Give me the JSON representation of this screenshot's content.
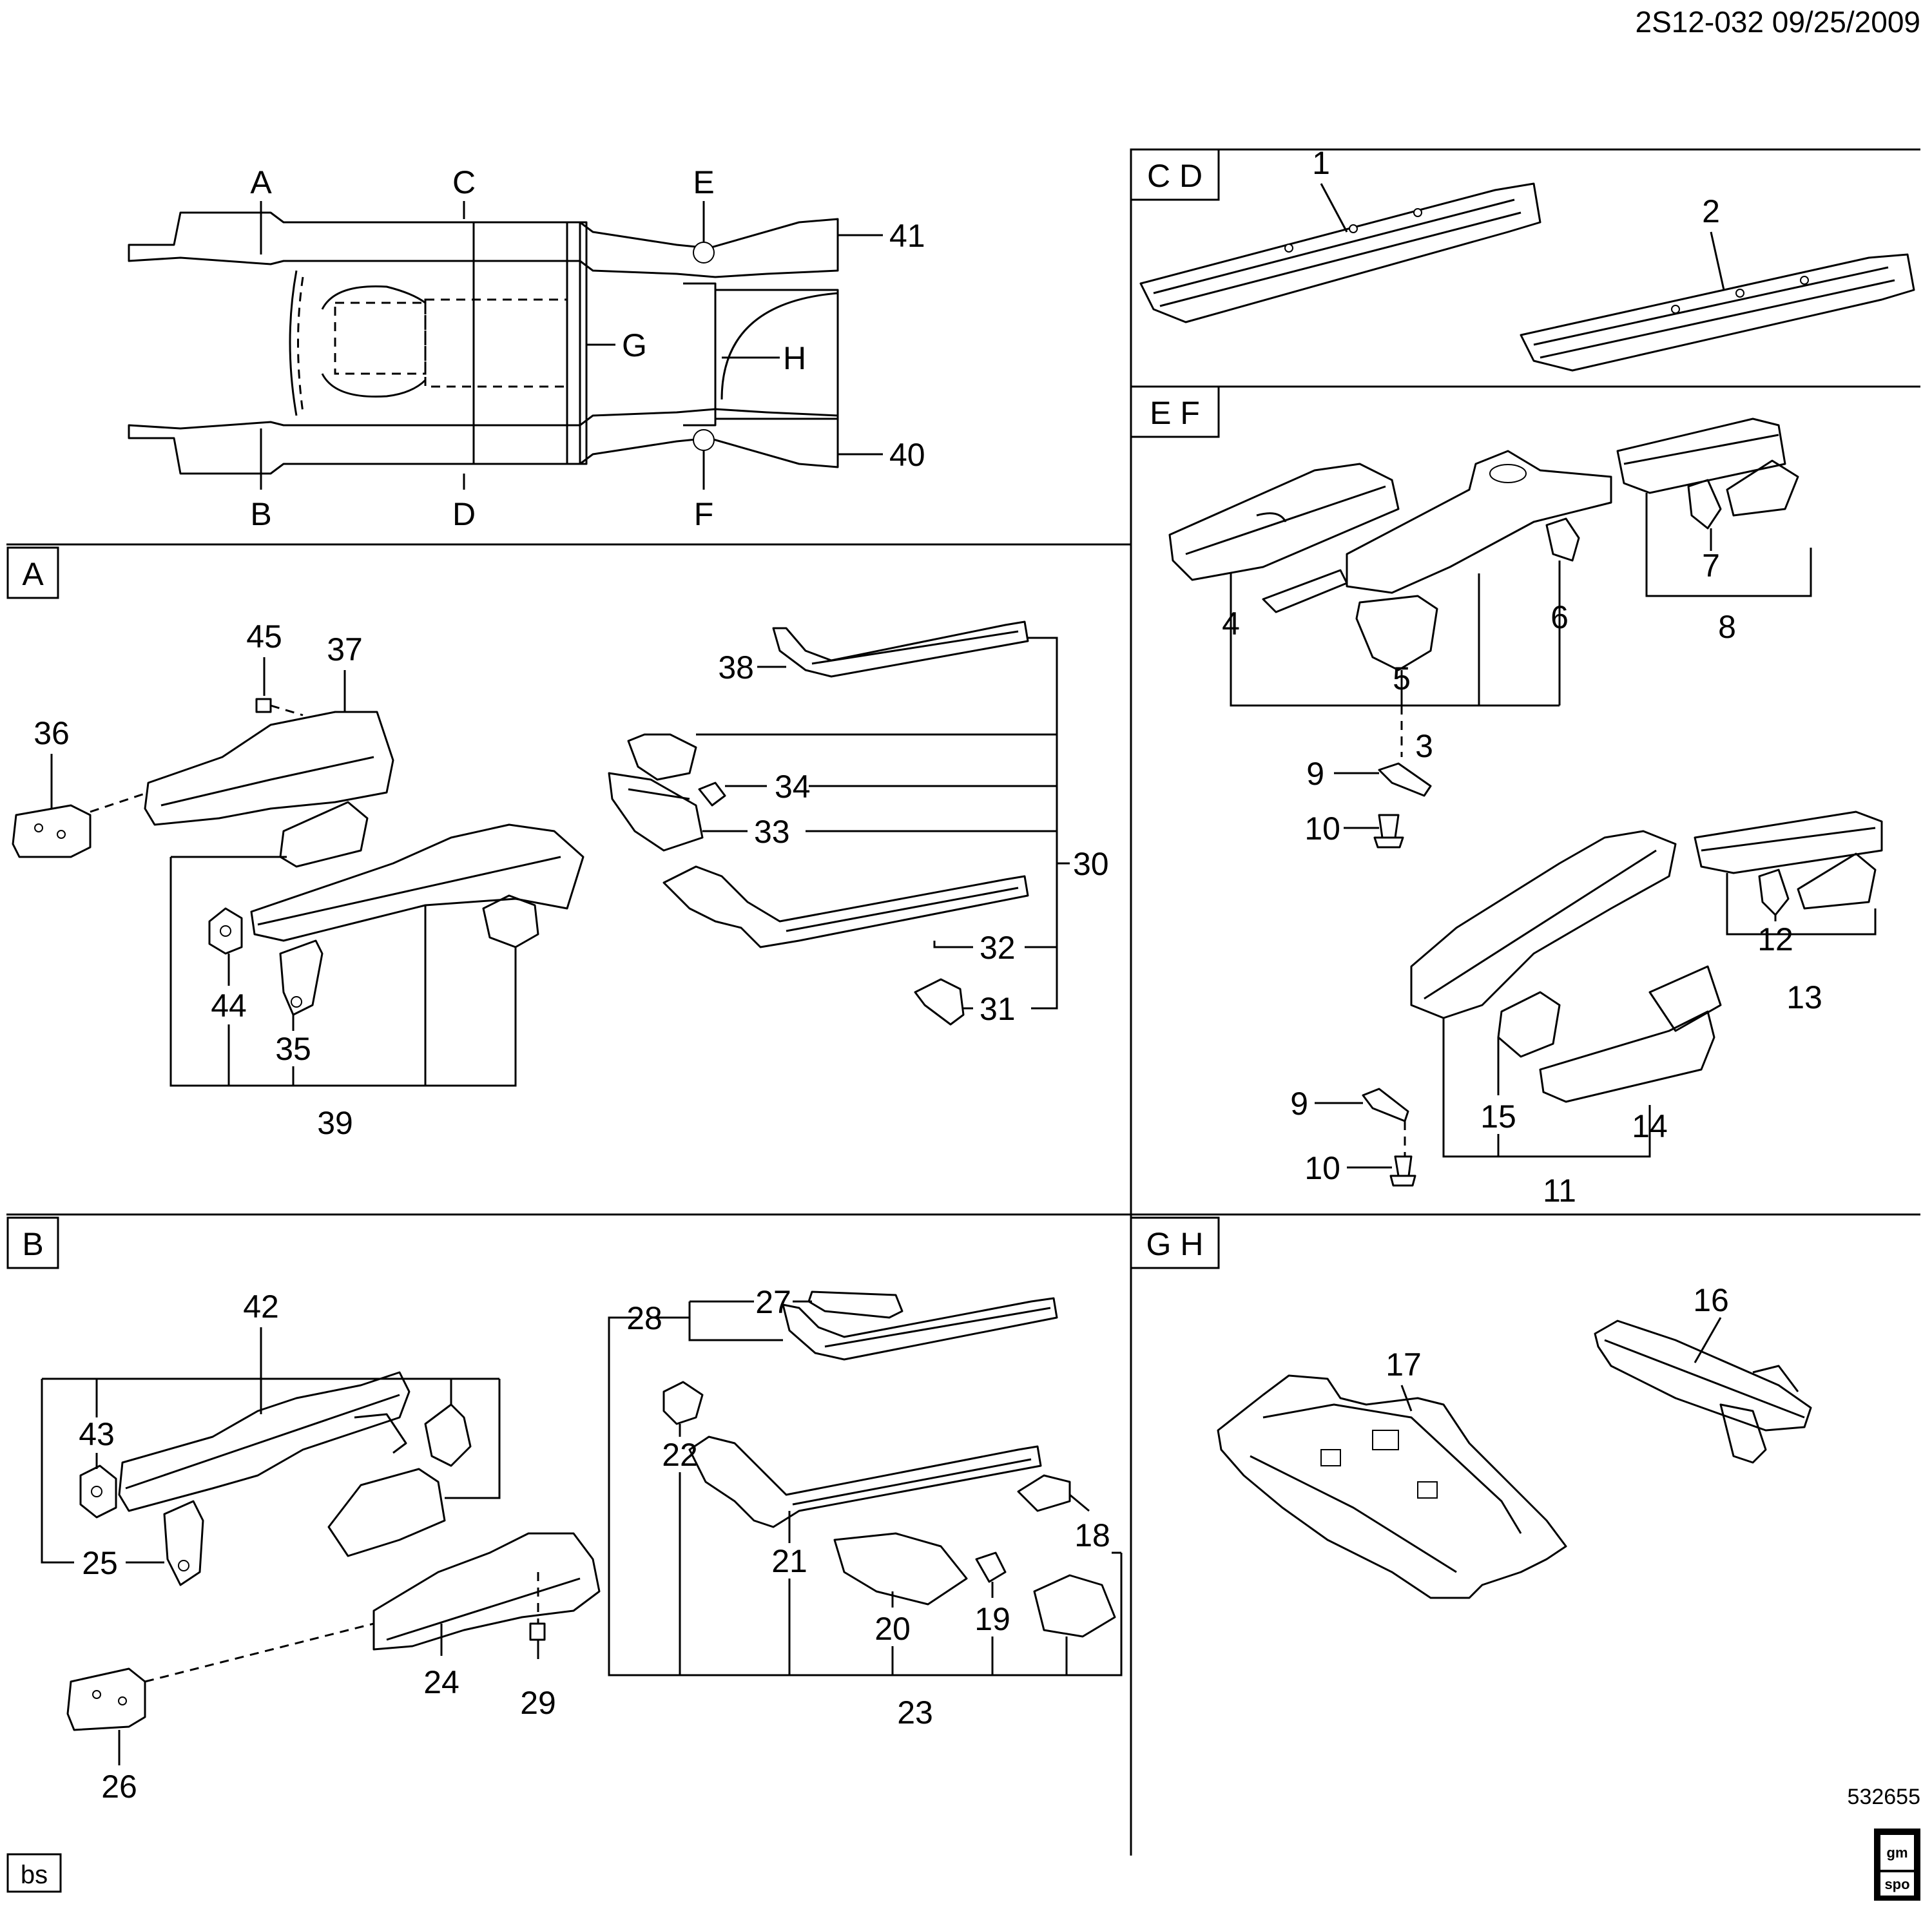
{
  "header": {
    "ref": "2S12-032  09/25/2009"
  },
  "footer": {
    "illustration_no": "532655",
    "badge": "bs",
    "logo_top": "gm",
    "logo_bottom": "spo"
  },
  "overview": {
    "labels": {
      "a": "A",
      "b": "B",
      "c": "C",
      "d": "D",
      "e": "E",
      "f": "F",
      "g": "G",
      "h": "H",
      "p41": "41",
      "p40": "40"
    }
  },
  "sections": {
    "cd": "C D",
    "ef": "E F",
    "a": "A",
    "b": "B",
    "gh": "G H"
  },
  "parts": {
    "p1": "1",
    "p2": "2",
    "p3": "3",
    "p4": "4",
    "p5": "5",
    "p6": "6",
    "p7": "7",
    "p8": "8",
    "p9": "9",
    "p10": "10",
    "p11": "11",
    "p12": "12",
    "p13": "13",
    "p14": "14",
    "p15": "15",
    "p16": "16",
    "p17": "17",
    "p18": "18",
    "p19": "19",
    "p20": "20",
    "p21": "21",
    "p22": "22",
    "p23": "23",
    "p24": "24",
    "p25": "25",
    "p26": "26",
    "p27": "27",
    "p28": "28",
    "p29": "29",
    "p30": "30",
    "p31": "31",
    "p32": "32",
    "p33": "33",
    "p34": "34",
    "p35": "35",
    "p36": "36",
    "p37": "37",
    "p38": "38",
    "p39": "39",
    "p42": "42",
    "p43": "43",
    "p44": "44",
    "p45": "45"
  }
}
